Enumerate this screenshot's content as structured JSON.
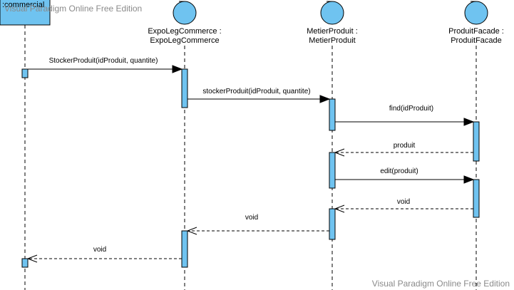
{
  "watermark": {
    "top": "Visual Paradigm Online Free Edition",
    "bottom": "Visual Paradigm Online Free Edition"
  },
  "actor": {
    "label": ":commercial"
  },
  "participants": [
    {
      "line1": "ExpoLegCommerce :",
      "line2": "ExpoLegCommerce"
    },
    {
      "line1": "MetierProduit :",
      "line2": "MetierProduit"
    },
    {
      "line1": "ProduitFacade :",
      "line2": "ProduitFacade"
    }
  ],
  "messages": [
    {
      "label": "StockerProduit(idProduit, quantite)",
      "kind": "sync"
    },
    {
      "label": "stockerProduit(idProduit, quantite)",
      "kind": "sync"
    },
    {
      "label": "find(idProduit)",
      "kind": "sync"
    },
    {
      "label": "produit",
      "kind": "return"
    },
    {
      "label": "edit(produit)",
      "kind": "sync"
    },
    {
      "label": "void",
      "kind": "return"
    },
    {
      "label": "void",
      "kind": "return"
    },
    {
      "label": "void",
      "kind": "return"
    }
  ],
  "colors": {
    "element_fill": "#6fc3f0",
    "stroke": "#000000",
    "watermark": "#8a8a8a"
  }
}
